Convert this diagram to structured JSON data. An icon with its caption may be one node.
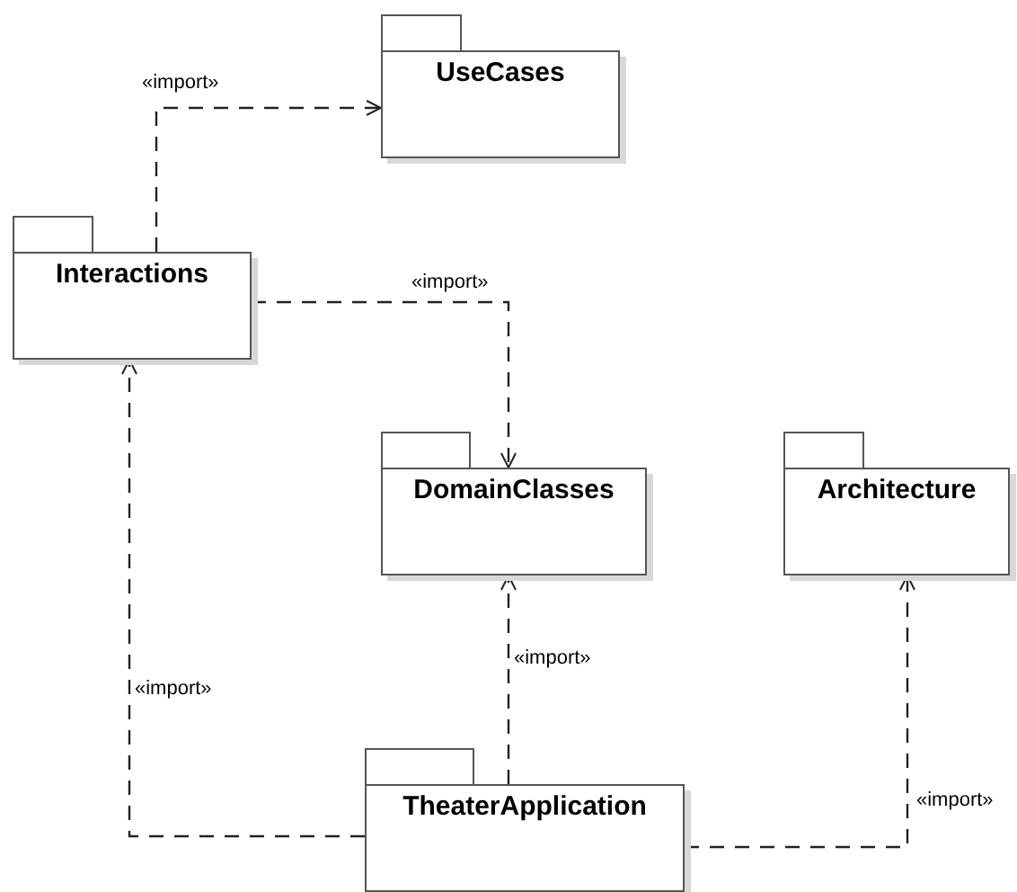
{
  "diagram": {
    "nodes": [
      {
        "text": [
          "UseCases"
        ]
      },
      {
        "text": [
          "Interactions"
        ]
      },
      {
        "text": [
          "DomainClasses"
        ]
      },
      {
        "text": [
          "Architecture"
        ]
      },
      {
        "text": [
          "TheaterApplication"
        ]
      }
    ],
    "edges": [
      {
        "from": 1,
        "to": 0,
        "arrow": "to",
        "label": "«import»",
        "style": "dashed"
      },
      {
        "from": 1,
        "to": 2,
        "arrow": "to",
        "label": "«import»",
        "style": "dashed"
      },
      {
        "from": 4,
        "to": 1,
        "arrow": "to",
        "label": "«import»",
        "style": "dashed"
      },
      {
        "from": 4,
        "to": 2,
        "arrow": "to",
        "label": "«import»",
        "style": "dashed"
      },
      {
        "from": 4,
        "to": 3,
        "arrow": "to",
        "label": "«import»",
        "style": "dashed"
      }
    ]
  }
}
